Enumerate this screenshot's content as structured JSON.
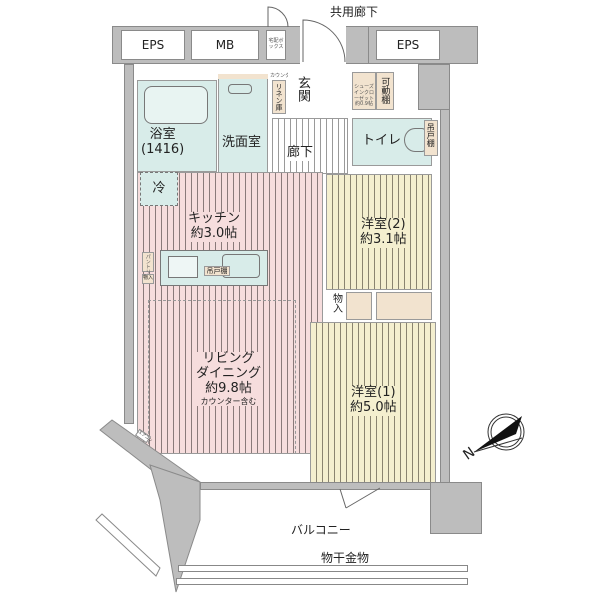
{
  "header": {
    "corridor_label": "共用廊下"
  },
  "shafts": [
    {
      "id": "eps-left",
      "label": "EPS"
    },
    {
      "id": "mb",
      "label": "MB"
    },
    {
      "id": "delivery-box",
      "label": "宅配ボックス"
    },
    {
      "id": "eps-right",
      "label": "EPS"
    }
  ],
  "rooms": {
    "entrance": {
      "label": "玄関"
    },
    "shoe_closet": {
      "label": "シューズインクローゼット",
      "sub": "約0.9帖"
    },
    "movable_shelf": {
      "label": "可動棚"
    },
    "linen": {
      "label": "リネン庫"
    },
    "counter_small": {
      "label": "カウンター"
    },
    "bath": {
      "label": "浴室",
      "size": "(1416)"
    },
    "washroom": {
      "label": "洗面室",
      "washer": "洗"
    },
    "hallway": {
      "label": "廊下"
    },
    "toilet": {
      "label": "トイレ",
      "cabinet": "吊戸棚"
    },
    "kitchen": {
      "label": "キッチン",
      "size": "約3.0帖",
      "fridge": "冷",
      "cabinet": "吊戸棚",
      "pantry": "パントリー",
      "storage": "物入"
    },
    "western2": {
      "label": "洋室(2)",
      "size": "約3.1帖",
      "storage": "物入"
    },
    "living": {
      "label": "リビング",
      "label2": "ダイニング",
      "size": "約9.8帖",
      "note": "カウンター含む",
      "aircon": "エアコン"
    },
    "western1": {
      "label": "洋室(1)",
      "size": "約5.0帖"
    },
    "balcony": {
      "label": "バルコニー",
      "hanger": "物干金物"
    }
  },
  "compass": {
    "label": "N",
    "icon": "north-arrow-icon"
  },
  "colors": {
    "living_floor": "#f6dddd",
    "western_floor": "#f4efcf",
    "wet_area": "#d8ece9",
    "storage": "#f2e3cf",
    "wall": "#bdbdbd"
  }
}
